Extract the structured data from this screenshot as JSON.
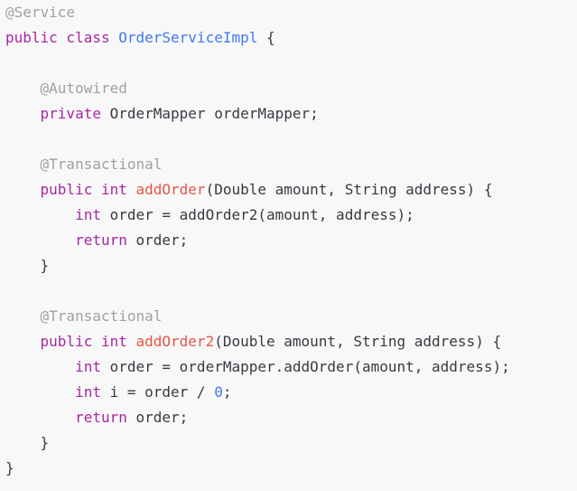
{
  "colors": {
    "background": "#f8f8f8",
    "annotation": "#a0a1a7",
    "keyword": "#a626a4",
    "method": "#e45649",
    "class_name": "#4078f2",
    "number": "#4078f2",
    "text": "#383a42"
  },
  "lines": [
    [
      {
        "t": "@Service",
        "c": "annotation"
      }
    ],
    [
      {
        "t": "public class ",
        "c": "keyword"
      },
      {
        "t": "OrderServiceImpl",
        "c": "class-name"
      },
      {
        "t": " {",
        "c": "plain"
      }
    ],
    [],
    [
      {
        "t": "    ",
        "c": "plain"
      },
      {
        "t": "@Autowired",
        "c": "annotation"
      }
    ],
    [
      {
        "t": "    ",
        "c": "plain"
      },
      {
        "t": "private",
        "c": "keyword"
      },
      {
        "t": " OrderMapper orderMapper;",
        "c": "plain"
      }
    ],
    [],
    [
      {
        "t": "    ",
        "c": "plain"
      },
      {
        "t": "@Transactional",
        "c": "annotation"
      }
    ],
    [
      {
        "t": "    ",
        "c": "plain"
      },
      {
        "t": "public int ",
        "c": "keyword"
      },
      {
        "t": "addOrder",
        "c": "method-name"
      },
      {
        "t": "(Double amount, String address) {",
        "c": "plain"
      }
    ],
    [
      {
        "t": "        ",
        "c": "plain"
      },
      {
        "t": "int",
        "c": "keyword"
      },
      {
        "t": " order = addOrder2(amount, address);",
        "c": "plain"
      }
    ],
    [
      {
        "t": "        ",
        "c": "plain"
      },
      {
        "t": "return",
        "c": "keyword"
      },
      {
        "t": " order;",
        "c": "plain"
      }
    ],
    [
      {
        "t": "    }",
        "c": "plain"
      }
    ],
    [],
    [
      {
        "t": "    ",
        "c": "plain"
      },
      {
        "t": "@Transactional",
        "c": "annotation"
      }
    ],
    [
      {
        "t": "    ",
        "c": "plain"
      },
      {
        "t": "public int ",
        "c": "keyword"
      },
      {
        "t": "addOrder2",
        "c": "method-name"
      },
      {
        "t": "(Double amount, String address) {",
        "c": "plain"
      }
    ],
    [
      {
        "t": "        ",
        "c": "plain"
      },
      {
        "t": "int",
        "c": "keyword"
      },
      {
        "t": " order = orderMapper.addOrder(amount, address);",
        "c": "plain"
      }
    ],
    [
      {
        "t": "        ",
        "c": "plain"
      },
      {
        "t": "int",
        "c": "keyword"
      },
      {
        "t": " i = order / ",
        "c": "plain"
      },
      {
        "t": "0",
        "c": "number"
      },
      {
        "t": ";",
        "c": "plain"
      }
    ],
    [
      {
        "t": "        ",
        "c": "plain"
      },
      {
        "t": "return",
        "c": "keyword"
      },
      {
        "t": " order;",
        "c": "plain"
      }
    ],
    [
      {
        "t": "    }",
        "c": "plain"
      }
    ],
    [
      {
        "t": "}",
        "c": "plain"
      }
    ]
  ]
}
